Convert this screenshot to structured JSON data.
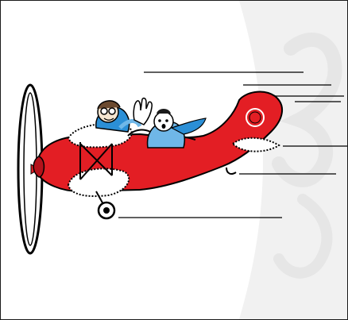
{
  "colors": {
    "border": "#1a1a1a",
    "plane_red": "#e31e24",
    "plane_red_dark": "#b5121b",
    "wing_light": "#ffffff",
    "pilot_blue": "#2b8fd6",
    "passenger_blue": "#6fb7e8",
    "line": "#000000",
    "watermark": "#eeeeee"
  },
  "icons": [
    "airplane-illustration",
    "propeller-icon",
    "pilot-figure",
    "passenger-figure",
    "waving-hand-icon"
  ],
  "labels": {
    "blank_count": 7
  }
}
